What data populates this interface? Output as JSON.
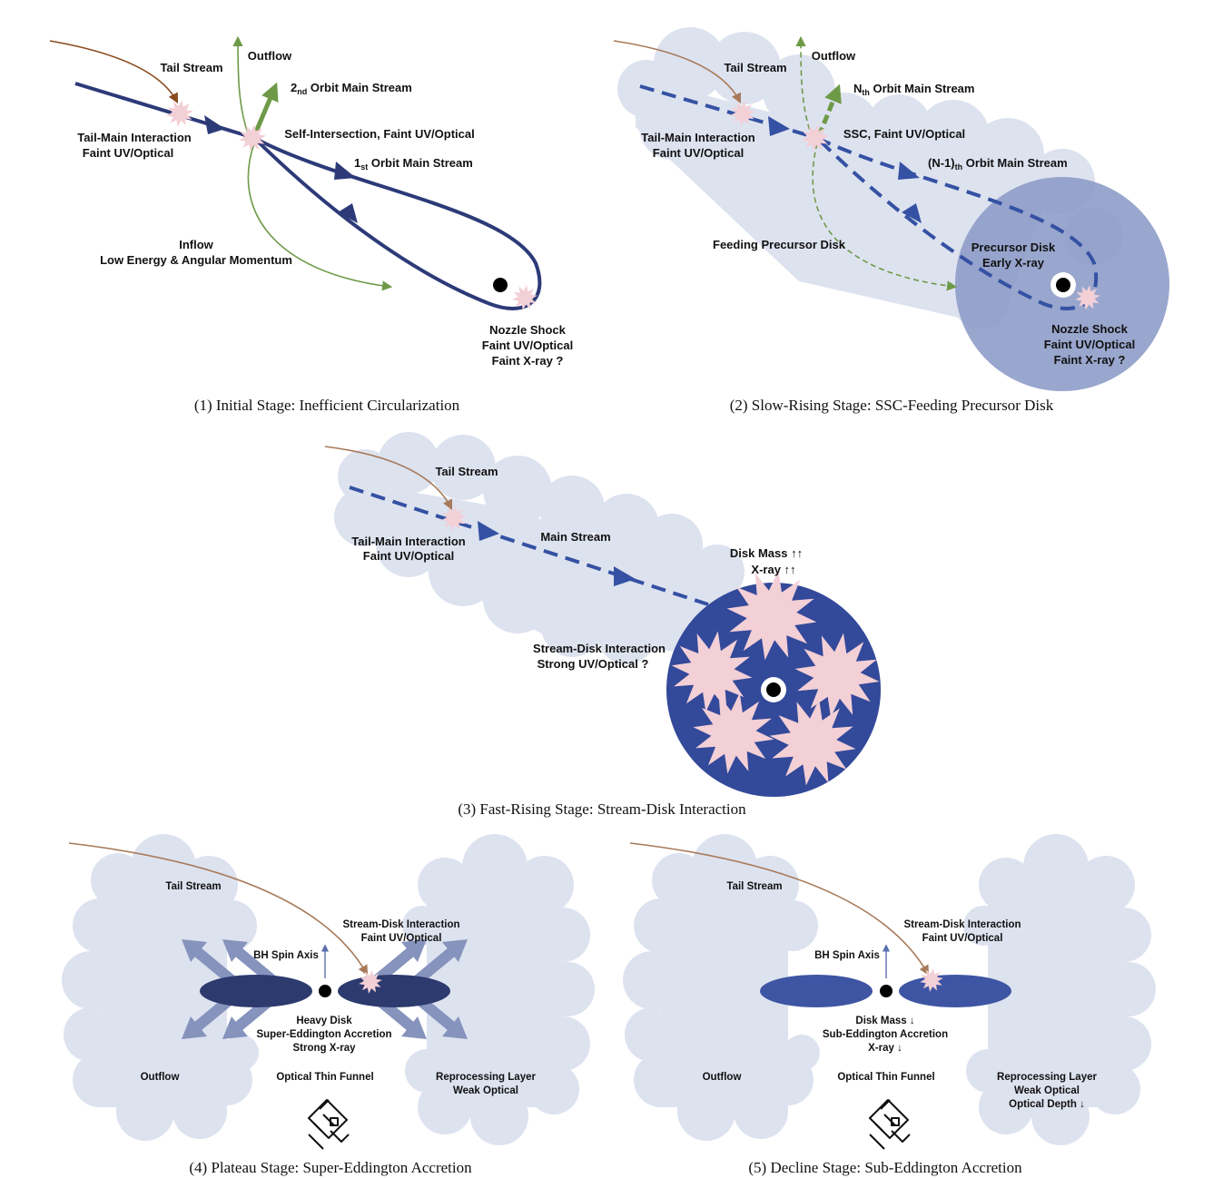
{
  "panels": [
    {
      "caption": "(1) Initial Stage: Inefficient Circularization",
      "labels": {
        "tail_stream": "Tail Stream",
        "outflow": "Outflow",
        "second_orbit_pre": "2",
        "second_orbit_sub": "nd",
        "second_orbit_post": " Orbit Main Stream",
        "tail_main_1": "Tail-Main Interaction",
        "tail_main_2": "Faint UV/Optical",
        "self_intersection": "Self-Intersection, Faint UV/Optical",
        "first_orbit_pre": "1",
        "first_orbit_sub": "st",
        "first_orbit_post": " Orbit Main Stream",
        "inflow_1": "Inflow",
        "inflow_2": "Low Energy & Angular Momentum",
        "nozzle_1": "Nozzle Shock",
        "nozzle_2": "Faint UV/Optical",
        "nozzle_3": "Faint X-ray ?"
      }
    },
    {
      "caption": "(2) Slow-Rising Stage: SSC-Feeding Precursor Disk",
      "labels": {
        "tail_stream": "Tail Stream",
        "outflow": "Outflow",
        "nth_orbit_pre": "N",
        "nth_orbit_sub": "th",
        "nth_orbit_post": " Orbit Main Stream",
        "tail_main_1": "Tail-Main Interaction",
        "tail_main_2": "Faint UV/Optical",
        "ssc": "SSC, Faint UV/Optical",
        "n1_orbit_pre": "(N-1)",
        "n1_orbit_sub": "th",
        "n1_orbit_post": " Orbit Main Stream",
        "feeding": "Feeding Precursor Disk",
        "precursor_1": "Precursor Disk",
        "precursor_2": "Early X-ray",
        "nozzle_1": "Nozzle Shock",
        "nozzle_2": "Faint UV/Optical",
        "nozzle_3": "Faint X-ray ?"
      }
    },
    {
      "caption": "(3) Fast-Rising Stage: Stream-Disk Interaction",
      "labels": {
        "tail_stream": "Tail Stream",
        "tail_main_1": "Tail-Main Interaction",
        "tail_main_2": "Faint UV/Optical",
        "main_stream": "Main Stream",
        "disk_mass": "Disk Mass ↑↑",
        "xray": "X-ray ↑↑",
        "stream_disk_1": "Stream-Disk Interaction",
        "stream_disk_2": "Strong UV/Optical ?"
      }
    },
    {
      "caption": "(4) Plateau Stage: Super-Eddington Accretion",
      "labels": {
        "tail_stream": "Tail Stream",
        "stream_disk_1": "Stream-Disk Interaction",
        "stream_disk_2": "Faint UV/Optical",
        "bh_spin": "BH Spin Axis",
        "disk_1": "Heavy Disk",
        "disk_2": "Super-Eddington Accretion",
        "disk_3": "Strong X-ray",
        "outflow": "Outflow",
        "funnel": "Optical Thin Funnel",
        "reproc_1": "Reprocessing Layer",
        "reproc_2": "Weak Optical",
        "reproc_3": ""
      }
    },
    {
      "caption": "(5) Decline Stage: Sub-Eddington Accretion",
      "labels": {
        "tail_stream": "Tail Stream",
        "stream_disk_1": "Stream-Disk Interaction",
        "stream_disk_2": "Faint UV/Optical",
        "bh_spin": "BH Spin Axis",
        "disk_1": "Disk Mass ↓",
        "disk_2": "Sub-Eddington Accretion",
        "disk_3": "X-ray ↓",
        "outflow": "Outflow",
        "funnel": "Optical Thin Funnel",
        "reproc_1": "Reprocessing Layer",
        "reproc_2": "Weak Optical",
        "reproc_3": "Optical Depth ↓"
      }
    }
  ],
  "colors": {
    "main_stream": "#2d3a78",
    "dashed_stream": "#3451a3",
    "tail_stream_1": "#8a4a1e",
    "tail_stream_2": "#a77a5a",
    "outflow_green": "#6e9a48",
    "cloud": "#dde2ef",
    "precursor_disk": "#8e9cc8",
    "dense_disk": "#33499a",
    "shock": "#f3cfd6",
    "heavy_disk": "#2d3a6e",
    "light_disk": "#3d55a3",
    "outflow_arrow": "#8593bd"
  }
}
